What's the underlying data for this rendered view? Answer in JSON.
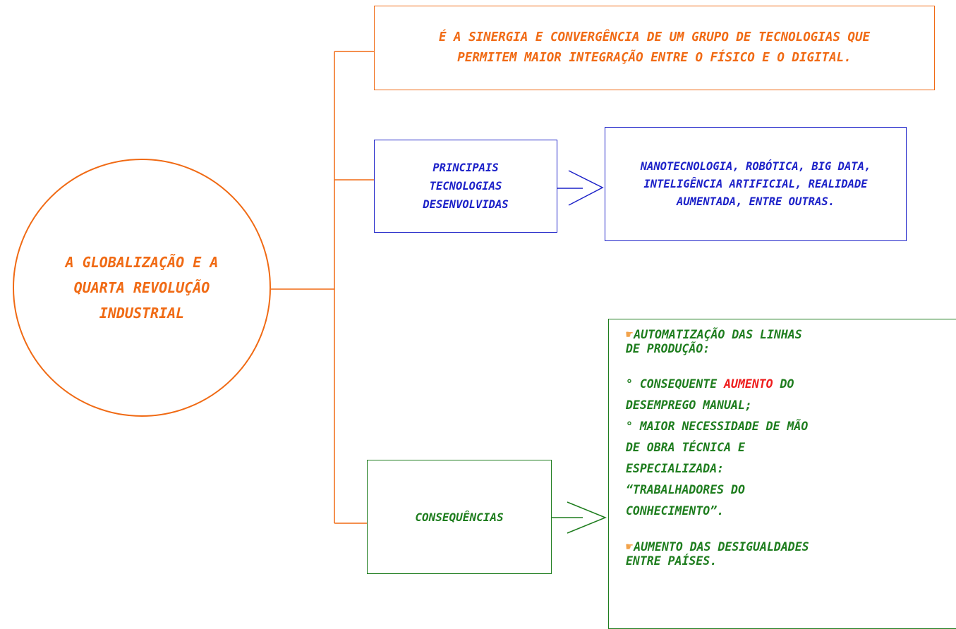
{
  "central_topic": {
    "text": "A GLOBALIZAÇÃO E A QUARTA REVOLUÇÃO INDUSTRIAL"
  },
  "definition": {
    "text": "É A SINERGIA E CONVERGÊNCIA DE UM GRUPO DE TECNOLOGIAS QUE PERMITEM MAIOR INTEGRAÇÃO ENTRE O FÍSICO E O DIGITAL."
  },
  "technologies": {
    "label_lines": [
      "PRINCIPAIS",
      "TECNOLOGIAS",
      "DESENVOLVIDAS"
    ],
    "list": "NANOTECNOLOGIA, ROBÓTICA, BIG DATA, INTELIGÊNCIA ARTIFICIAL, REALIDADE AUMENTADA, ENTRE OUTRAS."
  },
  "consequences": {
    "label": "CONSEQUÊNCIAS",
    "item1_title_line1": "AUTOMATIZAÇÃO DAS LINHAS",
    "item1_title_line2": "DE PRODUÇÃO:",
    "item1_point1_before": "° CONSEQUENTE ",
    "item1_point1_highlight": "AUMENTO",
    "item1_point1_after": " DO",
    "item1_point1_line2": "DESEMPREGO MANUAL;",
    "item1_point2_line1": "° MAIOR NECESSIDADE DE MÃO",
    "item1_point2_line2": "DE OBRA TÉCNICA E",
    "item1_point2_line3": "ESPECIALIZADA:",
    "item1_point2_line4": "“TRABALHADORES DO",
    "item1_point2_line5": "CONHECIMENTO”.",
    "item2_line1": "AUMENTO DAS DESIGUALDADES",
    "item2_line2": "ENTRE PAÍSES."
  },
  "icons": {
    "bullet": "pointing-hand-icon",
    "bullet_glyph": "☛"
  },
  "colors": {
    "orange": "#f06a14",
    "blue": "#1d22c8",
    "green": "#1e7d1e",
    "highlight_red": "#ee1c1c"
  }
}
